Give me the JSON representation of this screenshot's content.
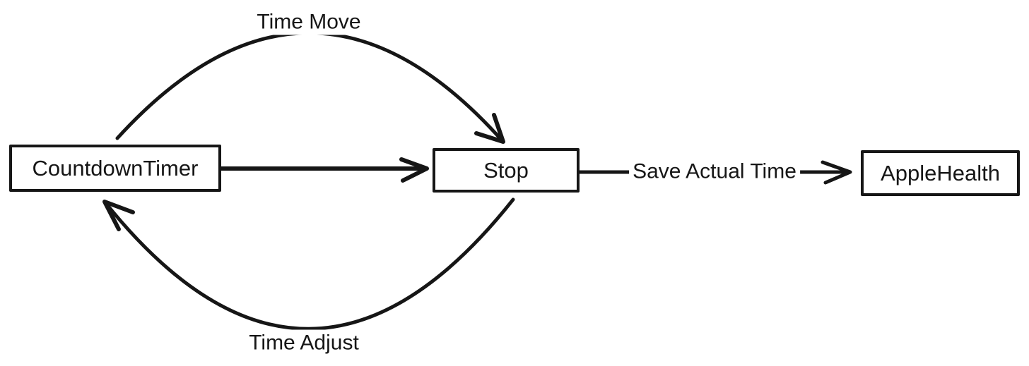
{
  "diagram": {
    "type": "flowchart",
    "background_color": "#ffffff",
    "line_color": "#161616",
    "nodes": {
      "countdown_timer": {
        "label": "CountdownTimer"
      },
      "stop": {
        "label": "Stop"
      },
      "apple_health": {
        "label": "AppleHealth"
      }
    },
    "edges": {
      "time_move": {
        "from": "CountdownTimer",
        "to": "Stop",
        "label": "Time Move",
        "shape": "arc-above"
      },
      "start_to_stop": {
        "from": "CountdownTimer",
        "to": "Stop",
        "label": "",
        "shape": "straight"
      },
      "time_adjust": {
        "from": "Stop",
        "to": "CountdownTimer",
        "label": "Time Adjust",
        "shape": "arc-below"
      },
      "save_actual_time": {
        "from": "Stop",
        "to": "AppleHealth",
        "label": "Save Actual Time",
        "shape": "straight"
      }
    }
  }
}
